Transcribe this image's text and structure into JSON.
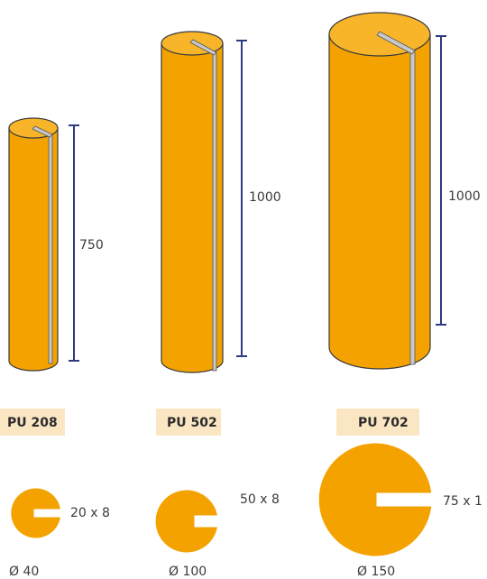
{
  "colors": {
    "orange": "#f4a200",
    "orange_light": "#f8b52a",
    "outline": "#3a3a3a",
    "gap": "#c8c8c8",
    "dimension_line": "#2e3a80",
    "label_band": "#fbe6c4"
  },
  "products": [
    {
      "model": "PU 208",
      "height": "750",
      "slot": "20 x 8",
      "diameter": "Ø 40"
    },
    {
      "model": "PU 502",
      "height": "1000",
      "slot": "50 x 8",
      "diameter": "Ø 100"
    },
    {
      "model": "PU 702",
      "height": "1000",
      "slot": "75 x 1",
      "diameter": "Ø 150"
    }
  ]
}
